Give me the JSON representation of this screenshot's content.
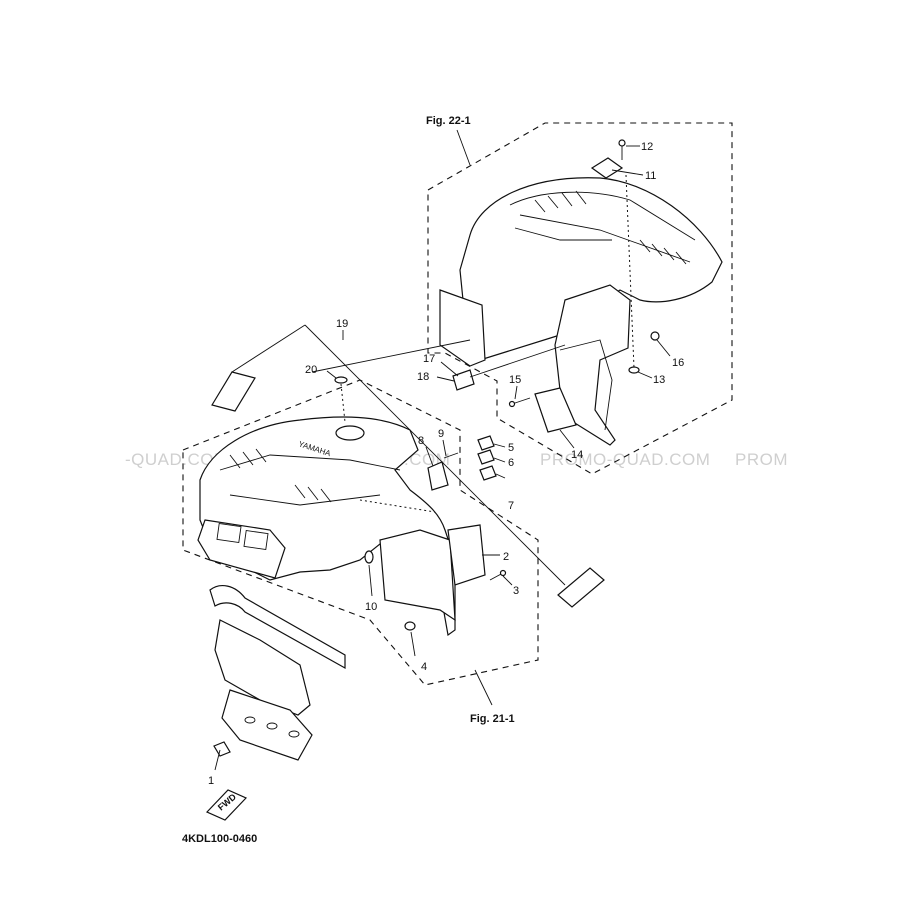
{
  "figures": {
    "rear_fender_ref": "Fig. 22-1",
    "front_fender_ref": "Fig. 21-1"
  },
  "drawing_code": "4KDL100-0460",
  "watermarks": [
    "-QUAD.COM",
    "PROMO-QUAD.COM",
    "PROMO-QUAD.COM",
    "PROM"
  ],
  "callouts": [
    "1",
    "2",
    "3",
    "4",
    "5",
    "6",
    "7",
    "8",
    "9",
    "10",
    "11",
    "12",
    "13",
    "14",
    "15",
    "16",
    "17",
    "18",
    "19",
    "20"
  ],
  "fwd_tag": "FWD",
  "brand_emboss": "YAMAHA"
}
